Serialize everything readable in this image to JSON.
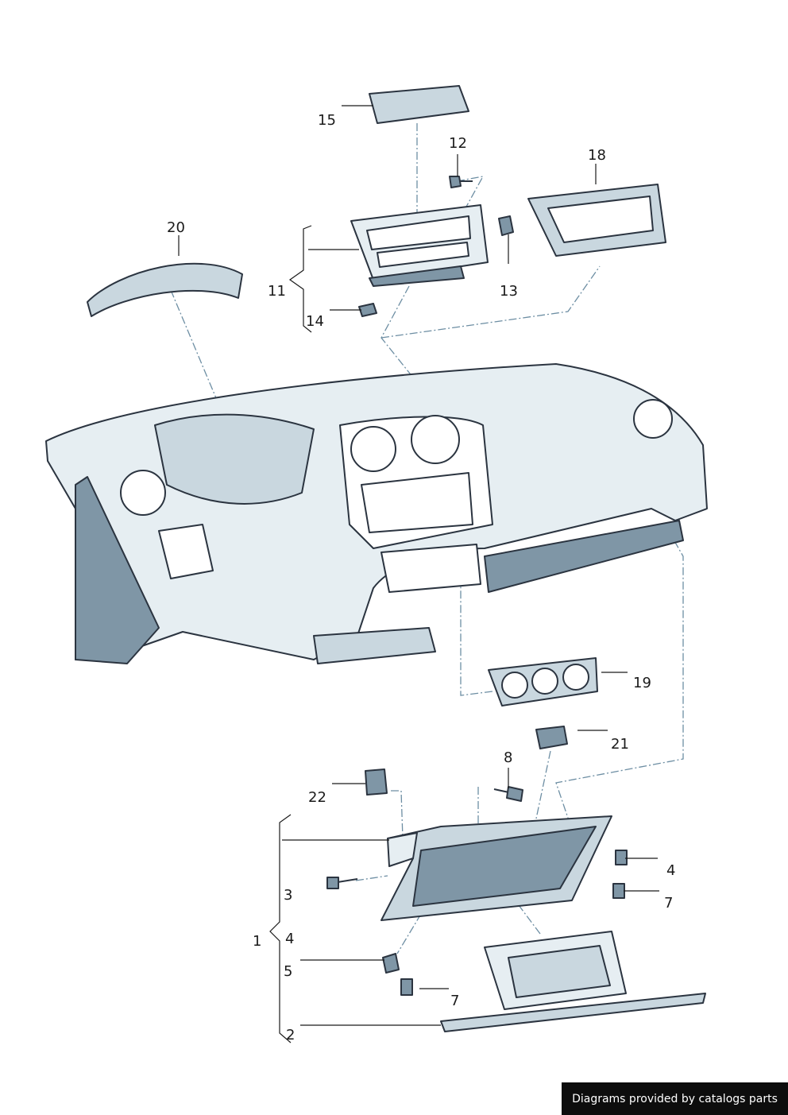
{
  "callouts": {
    "c1": "1",
    "c2": "2",
    "c3": "3",
    "c4a": "4",
    "c4b": "4",
    "c5": "5",
    "c7a": "7",
    "c7b": "7",
    "c8": "8",
    "c11": "11",
    "c12": "12",
    "c13": "13",
    "c14": "14",
    "c15": "15",
    "c18": "18",
    "c19": "19",
    "c20": "20",
    "c21": "21",
    "c22": "22"
  },
  "credit": "Diagrams provided by catalogs parts"
}
